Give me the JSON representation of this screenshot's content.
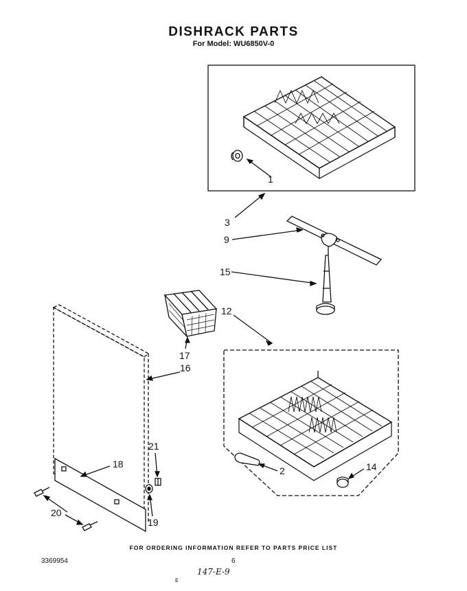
{
  "header": {
    "title": "DISHRACK PARTS",
    "subtitle": "For Model: WU6850V-0"
  },
  "footer": {
    "ordering_note": "FOR ORDERING INFORMATION REFER TO PARTS PRICE LIST",
    "document_number": "3369954",
    "page_number": "6",
    "handwritten_note": "147-E-9",
    "stray_mark": "ɛ"
  },
  "callouts": {
    "c1": "1",
    "c3": "3",
    "c9": "9",
    "c15": "15",
    "c12": "12",
    "c17": "17",
    "c16": "16",
    "c21": "21",
    "c18": "18",
    "c2": "2",
    "c14": "14",
    "c20": "20",
    "c19": "19"
  }
}
